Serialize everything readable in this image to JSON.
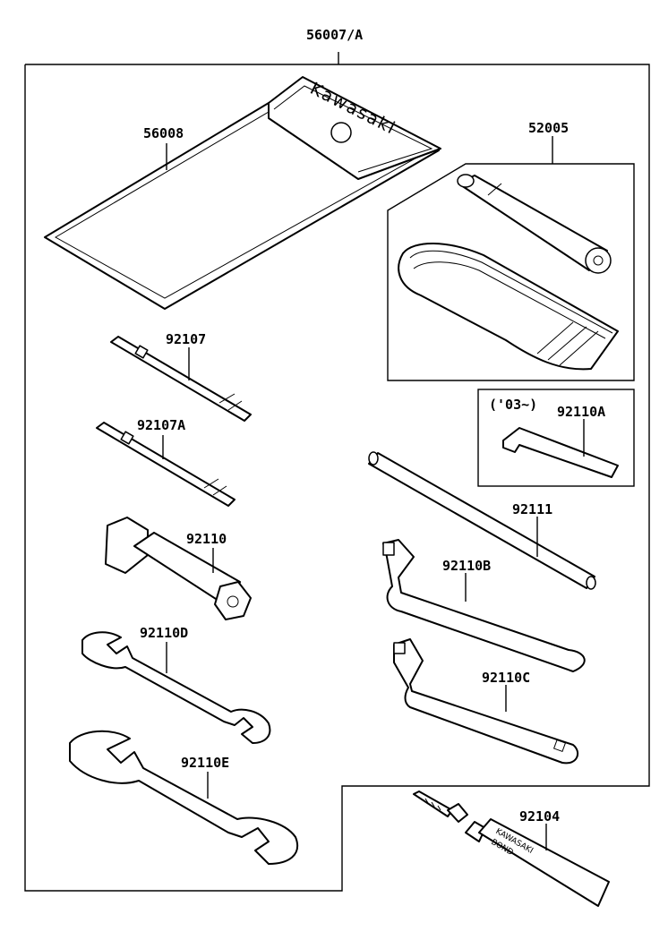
{
  "diagram": {
    "assembly_label": "56007/A",
    "parts": {
      "p56008": "56008",
      "p52005": "52005",
      "p92107": "92107",
      "p92107A": "92107A",
      "p92110": "92110",
      "p92110A": "92110A",
      "p92110A_note": "('03~)",
      "p92111": "92111",
      "p92110B": "92110B",
      "p92110C": "92110C",
      "p92110D": "92110D",
      "p92110E": "92110E",
      "p92104": "92104"
    },
    "brand_pouch": "Kawasaki",
    "brand_tube_1": "KAWASAKI",
    "brand_tube_2": "BOND"
  }
}
